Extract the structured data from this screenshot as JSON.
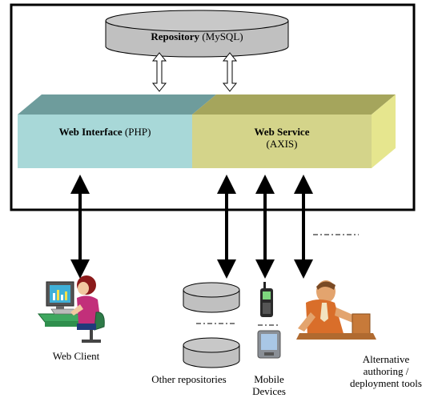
{
  "repository": {
    "name": "Repository",
    "tech": "(MySQL)"
  },
  "web_interface": {
    "name": "Web Interface",
    "tech": "(PHP)"
  },
  "web_service": {
    "name": "Web Service",
    "tech": "(AXIS)"
  },
  "clients": {
    "web_client": "Web Client",
    "other_repositories": "Other repositories",
    "mobile_devices": {
      "line1": "Mobile",
      "line2": "Devices"
    },
    "alternative_tools": {
      "line1": "Alternative",
      "line2": "authoring /",
      "line3": "deployment tools"
    }
  },
  "colors": {
    "repository_fill": "#c0c0c0",
    "web_interface_front": "#a8d8d8",
    "web_interface_top": "#6e9c9c",
    "web_service_front": "#d4d48a",
    "web_service_top": "#a5a55c",
    "web_service_side": "#e6e68e",
    "frame": "#000000"
  }
}
